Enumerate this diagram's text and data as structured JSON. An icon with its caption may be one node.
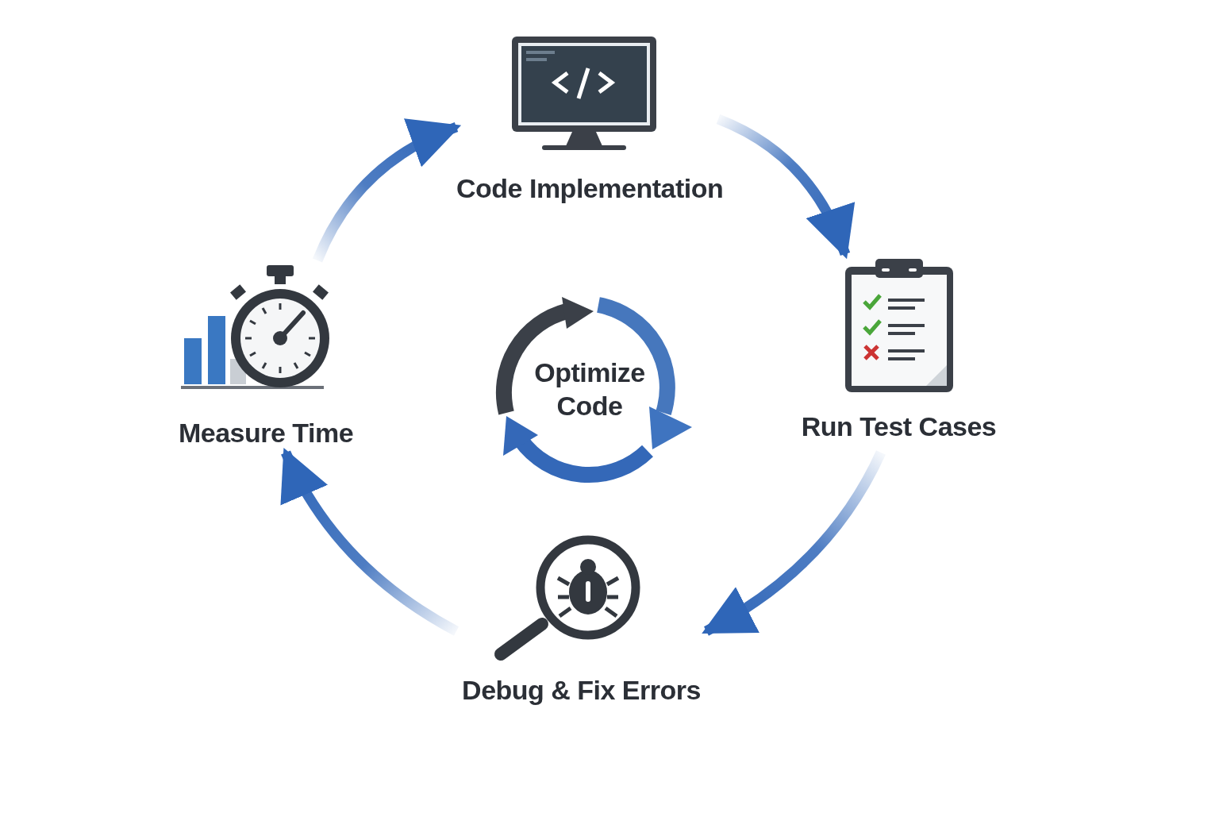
{
  "diagram": {
    "nodes": [
      {
        "text": [
          "Code Implementation"
        ]
      },
      {
        "text": [
          "Run Test Cases"
        ]
      },
      {
        "text": [
          "Debug & Fix Errors"
        ]
      },
      {
        "text": [
          "Measure Time"
        ]
      },
      {
        "text": [
          "Optimize Code"
        ]
      }
    ],
    "edges": [
      {
        "from": 0,
        "to": 1,
        "arrow": "to"
      },
      {
        "from": 1,
        "to": 2,
        "arrow": "to"
      },
      {
        "from": 2,
        "to": 3,
        "arrow": "to"
      },
      {
        "from": 3,
        "to": 0,
        "arrow": "to"
      }
    ]
  }
}
